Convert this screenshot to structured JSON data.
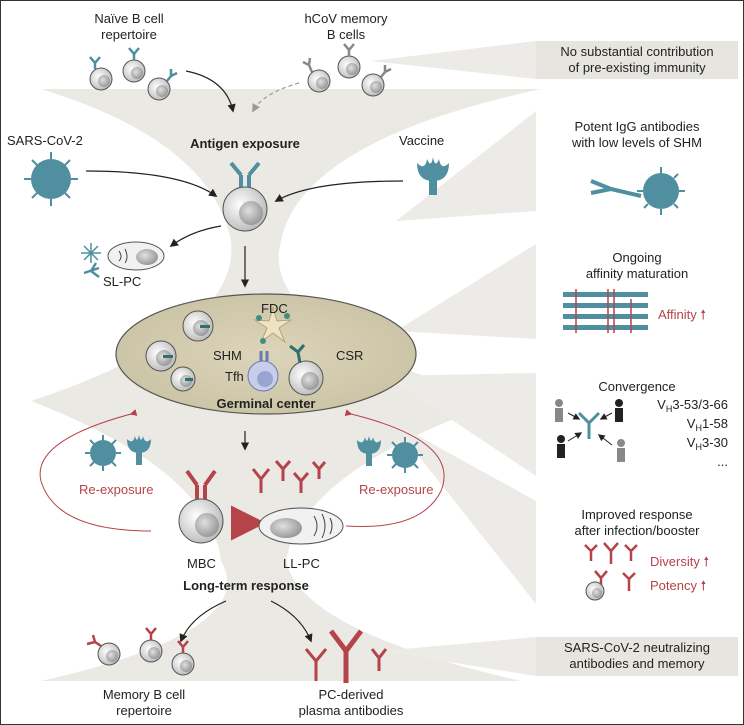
{
  "inputs": {
    "naive_label": "Naïve B cell repertoire",
    "naive_line1": "Naïve B cell",
    "naive_line2": "repertoire",
    "hcov_line1": "hCoV memory",
    "hcov_line2": "B cells",
    "sars": "SARS-CoV-2",
    "vaccine": "Vaccine",
    "antigen_exposure": "Antigen exposure",
    "slpc": "SL-PC"
  },
  "germinal_center": {
    "title": "Germinal center",
    "fdc": "FDC",
    "shm": "SHM",
    "csr": "CSR",
    "tfh": "Tfh"
  },
  "reexposure": {
    "left": "Re-exposure",
    "right": "Re-exposure"
  },
  "output": {
    "mbc": "MBC",
    "llpc": "LL-PC",
    "long_term": "Long-term response",
    "memory_line1": "Memory B cell",
    "memory_line2": "repertoire",
    "pc_line1": "PC-derived",
    "pc_line2": "plasma antibodies"
  },
  "panels": {
    "p1_line1": "No substantial contribution",
    "p1_line2": "of pre-existing immunity",
    "p2_line1": "Potent IgG antibodies",
    "p2_line2": "with low levels of SHM",
    "p3_line1": "Ongoing",
    "p3_line2": "affinity maturation",
    "p3_affinity": "Affinity",
    "p4_title": "Convergence",
    "p4_gene1": "3-53/3-66",
    "p4_gene2": "1-58",
    "p4_gene3": "3-30",
    "p4_v": "V",
    "p4_h": "H",
    "p4_more": "...",
    "p5_line1": "Improved response",
    "p5_line2": "after infection/booster",
    "p5_diversity": "Diversity",
    "p5_potency": "Potency",
    "p6_line1": "SARS-CoV-2 neutralizing",
    "p6_line2": "antibodies and memory"
  },
  "colors": {
    "teal": "#4f8fa0",
    "red": "#b5434a",
    "gc_fill": "#d6cfb4",
    "panel": "#e7e5df",
    "hourglass": "#ebe9e4"
  }
}
